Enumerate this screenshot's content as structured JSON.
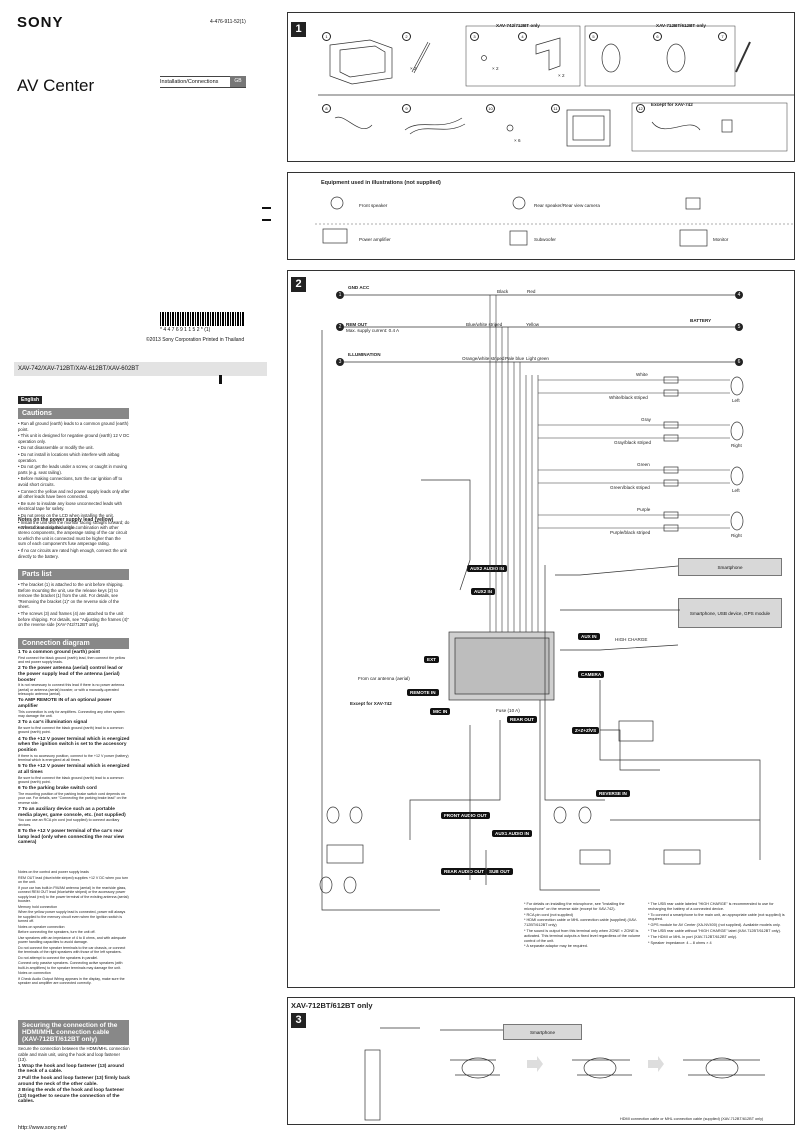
{
  "header": {
    "brand": "SONY",
    "doc_number": "4-476-911-52(1)",
    "title": "AV Center",
    "install_label": "Installation/Connections",
    "lang_code": "GB",
    "barcode_number": "* 4 4 7 6 9 1 1 5 2 *  (1)",
    "copyright": "©2013 Sony Corporation   Printed in Thailand",
    "models": "XAV-742/XAV-712BT/XAV-612BT/XAV-602BT"
  },
  "left": {
    "language": "English",
    "cautions_title": "Cautions",
    "cautions": [
      "Run all ground (earth) leads to a common ground (earth) point.",
      "This unit is designed for negative ground (earth) 12 V DC operation only.",
      "Do not disassemble or modify the unit.",
      "Do not install in locations which interfere with airbag operation.",
      "Do not get the leads under a screw, or caught in moving parts (e.g. seat railing).",
      "Before making connections, turn the car ignition off to avoid short circuits.",
      "Connect the yellow and red power supply leads only after all other leads have been connected.",
      "Be sure to insulate any loose unconnected leads with electrical tape for safety.",
      "Do not press on the LCD when installing the unit.",
      "Install the unit with the monitor facing straight forward; do not install it at a slanted angle."
    ],
    "notes_title": "Notes on the power supply lead (yellow)",
    "notes": [
      "When connecting this unit in combination with other stereo components, the amperage rating of the car circuit to which the unit is connected must be higher than the sum of each component's fuse amperage rating.",
      "If no car circuits are rated high enough, connect the unit directly to the battery."
    ],
    "parts_title": "Parts list",
    "parts": [
      "The bracket (1) is attached to the unit before shipping. Before mounting the unit, use the release keys (2) to remove the bracket (1) from the unit. For details, see \"Removing the bracket (1)\" on the reverse side of the sheet.",
      "The screws (3) and frames (4) are attached to the unit before shipping. For details, see \"Adjusting the frames (4)\" on the reverse side (XAV-742/712BT only)."
    ],
    "conn_title": "Connection diagram",
    "conn_items": [
      {
        "n": "1",
        "head": "To a common ground (earth) point",
        "body": "First connect the black ground (earth) lead, then connect the yellow and red power supply leads."
      },
      {
        "n": "2",
        "head": "To the power antenna (aerial) control lead or the power supply lead of the antenna (aerial) booster",
        "body": "It is not necessary to connect this lead if there is no power antenna (aerial) or antenna (aerial) booster, or with a manually-operated telescopic antenna (aerial)."
      },
      {
        "n": "",
        "head": "To AMP REMOTE IN of an optional power amplifier",
        "body": "This connection is only for amplifiers. Connecting any other system may damage the unit."
      },
      {
        "n": "3",
        "head": "To a car's illumination signal",
        "body": "Be sure to first connect the black ground (earth) lead to a common ground (earth) point."
      },
      {
        "n": "4",
        "head": "To the +12 V power terminal which is energized when the ignition switch is set to the accessory position",
        "body": "If there is no accessory position, connect to the +12 V power (battery) terminal which is energized at all times."
      },
      {
        "n": "5",
        "head": "To the +12 V power terminal which is energized at all times",
        "body": "Be sure to first connect the black ground (earth) lead to a common ground (earth) point."
      },
      {
        "n": "6",
        "head": "To the parking brake switch cord",
        "body": "The mounting position of the parking brake switch cord depends on your car. For details, see \"Connecting the parking brake lead\" on the reverse side."
      },
      {
        "n": "7",
        "head": "To an auxiliary device such as a portable media player, game console, etc. (not supplied)",
        "body": "You can use an RCA pin cord (not supplied) to connect auxiliary devices."
      },
      {
        "n": "8",
        "head": "To the +12 V power terminal of the car's rear lamp lead (only when connecting the rear view camera)",
        "body": ""
      }
    ],
    "small_notes": [
      "Notes on the control and power supply leads",
      "REM OUT lead (blue/white striped) supplies +12 V DC when you turn on the unit.",
      "If your car has built-in FM/AM antenna (aerial) in the rear/side glass, connect REM OUT lead (blue/white striped) or the accessory power supply lead (red) to the power terminal of the existing antenna (aerial) booster.",
      "Memory hold connection",
      "When the yellow power supply lead is connected, power will always be supplied to the memory circuit even when the ignition switch is turned off.",
      "Notes on speaker connection",
      "Before connecting the speakers, turn the unit off.",
      "Use speakers with an impedance of 4 to 8 ohms, and with adequate power handling capacities to avoid damage.",
      "Do not connect the speaker terminals to the car chassis, or connect the terminals of the right speakers with those of the left speakers.",
      "Do not attempt to connect the speakers in parallel.",
      "Connect only passive speakers. Connecting active speakers (with built-in amplifiers) to the speaker terminals may damage the unit.",
      "Notes on connection",
      "If Check Audio Output Wiring appears in the display, make sure the speaker and amplifier are connected correctly."
    ],
    "hdmi_title": "Securing the connection of the HDMI/MHL connection cable (XAV-712BT/612BT only)",
    "hdmi_intro": "Secure the connection between the HDMI/MHL connection cable and main unit, using the hook and loop fastener (13).",
    "hdmi_steps": [
      {
        "n": "1",
        "text": "Wrap the hook and loop fastener (13) around the neck of a cable."
      },
      {
        "n": "2",
        "text": "Pull the hook and loop fastener (13) firmly back around the neck of the other cable."
      },
      {
        "n": "3",
        "text": "Bring the ends of the hook and loop fastener (13) together to secure the connection of the cables."
      }
    ],
    "url": "http://www.sony.net/"
  },
  "panel1": {
    "num": "1",
    "group1": "XAV-742/712BT only",
    "group2": "XAV-712BT/612BT only",
    "item_nums": [
      "1",
      "2",
      "3",
      "4",
      "5",
      "6",
      "7",
      "8",
      "9",
      "10",
      "11",
      "12"
    ],
    "qty": [
      "× 2",
      "× 2",
      "× 2",
      "× 6"
    ],
    "except": "Except for XAV-742"
  },
  "panel_equip": {
    "title": "Equipment used in illustrations (not supplied)",
    "items": [
      "Front speaker",
      "Rear speaker/Rear view camera",
      "Power amplifier",
      "Subwoofer",
      "Monitor"
    ]
  },
  "panel2": {
    "num": "2",
    "wires": [
      "GND ACC",
      "Black",
      "Red",
      "REM OUT",
      "Max. supply current: 0.4 A",
      "Blue/white striped",
      "Yellow",
      "BATTERY",
      "ILLUMINATION",
      "Orange/white striped",
      "Pale blue",
      "Light green"
    ],
    "speaker_wires": [
      "White",
      "White/black striped",
      "Left",
      "Gray",
      "Gray/black striped",
      "Right",
      "Green",
      "Green/black striped",
      "Left",
      "Purple",
      "Purple/black striped",
      "Right"
    ],
    "jacks": [
      "AUX2 AUDIO IN",
      "AUX2 IN",
      "AUX IN",
      "HIGH CHARGE",
      "EXT",
      "From car antenna (aerial)",
      "REMOTE IN",
      "Except for XAV-742",
      "MIC IN",
      "Fuse (10 A)",
      "REAR OUT",
      "CAMERA",
      "Z+Z+Z/VS",
      "REVERSE IN",
      "FRONT AUDIO OUT",
      "AUX1 AUDIO IN",
      "SUB OUT",
      "REAR AUDIO OUT"
    ],
    "boxes": [
      "Smartphone",
      "Smartphone, USB device, GPS module"
    ],
    "footnotes_left": [
      "For details on installing the microphone, see \"Installing the microphone\" on the reverse side (except for XAV-742).",
      "RCA pin cord (not supplied)",
      "HDMI connection cable or MHL connection cable (supplied) (XAV-712BT/612BT only)",
      "The sound is output from this terminal only when ZONE × ZONE is activated. This terminal outputs a fixed level regardless of the volume control of the unit.",
      "A separate adaptor may be required."
    ],
    "footnotes_right": [
      "The USB rear cable labeled \"HIGH CHARGE\" is recommended to use for recharging the battery of a connected device.",
      "To connect a smartphone to the main unit, an appropriate cable (not supplied) is required.",
      "GPS module for AV Center (XA-NV400) (not supplied). Available models only.",
      "The USB rear cable without \"HIGH CHARGE\" label (XAV-712BT/612BT only).",
      "The HDMI or MHL in port (XAV-712BT/612BT only).",
      "Speaker impedance: 4 – 8 ohms × 4"
    ]
  },
  "panel3": {
    "num": "3",
    "heading": "XAV-712BT/612BT only",
    "box": "Smartphone",
    "footnote": "HDMI connection cable or MHL connection cable (supplied) (XAV-712BT/612BT only)"
  },
  "colors": {
    "accent_gray": "#888888",
    "dark": "#111111",
    "box_gray": "#d8d8d8"
  }
}
